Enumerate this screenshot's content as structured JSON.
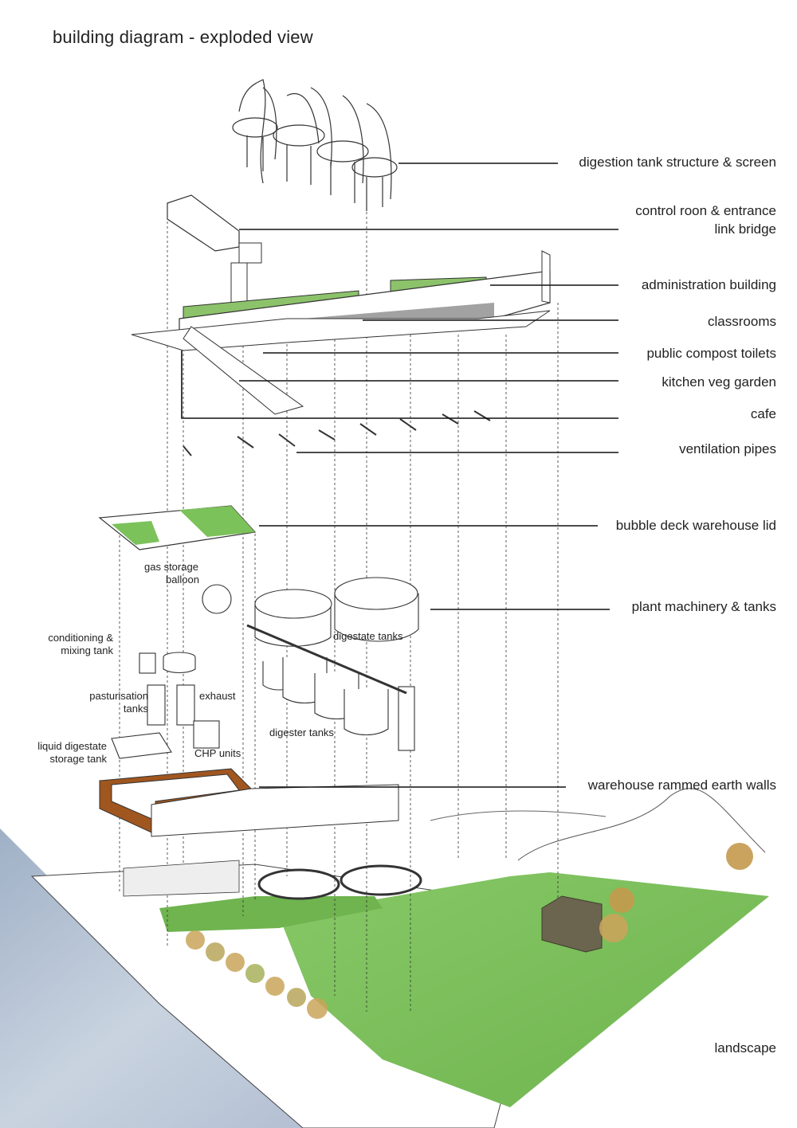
{
  "title": "building diagram  -  exploded view",
  "layers": [
    {
      "id": "digestion-tank-structure",
      "label": "digestion tank structure & screen"
    },
    {
      "id": "control-room",
      "label": "control roon & entrance",
      "label2": "link bridge"
    },
    {
      "id": "administration-building",
      "label": "administration building"
    },
    {
      "id": "classrooms",
      "label": "classrooms"
    },
    {
      "id": "public-compost-toilets",
      "label": "public compost toilets"
    },
    {
      "id": "kitchen-veg-garden",
      "label": "kitchen veg garden"
    },
    {
      "id": "cafe",
      "label": "cafe"
    },
    {
      "id": "ventilation-pipes",
      "label": "ventilation pipes"
    },
    {
      "id": "bubble-deck-lid",
      "label": "bubble deck warehouse lid"
    },
    {
      "id": "plant-machinery",
      "label": "plant machinery & tanks"
    },
    {
      "id": "rammed-earth-walls",
      "label": "warehouse rammed earth walls"
    },
    {
      "id": "landscape",
      "label": "landscape"
    }
  ],
  "machinery_labels": {
    "gas_storage": "gas storage",
    "balloon": "balloon",
    "conditioning": "conditioning &",
    "mixing_tank": "mixing tank",
    "digestate_tanks": "digestate tanks",
    "pasturisation": "pasturisation",
    "tanks": "tanks",
    "exhaust": "exhaust",
    "digester_tanks": "digester tanks",
    "liquid_digestate": "liquid digestate",
    "storage_tank": "storage tank",
    "chp_units": "CHP units"
  },
  "colors": {
    "ink": "#222222",
    "grass": "#7bc35a",
    "roof_green": "#8cc36a",
    "rammed_earth": "#a0561f",
    "water": "#b9c6d6"
  }
}
